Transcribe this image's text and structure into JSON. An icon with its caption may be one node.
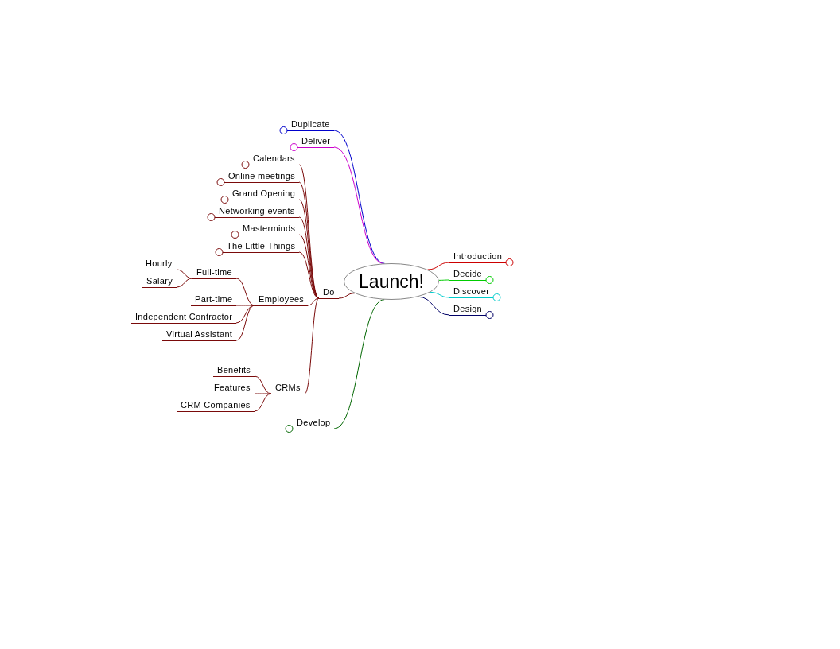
{
  "diagram": {
    "nodes": [
      {
        "text": [
          "Launch!"
        ]
      },
      {
        "text": [
          "Duplicate"
        ]
      },
      {
        "text": [
          "Deliver"
        ]
      },
      {
        "text": [
          "Calendars"
        ]
      },
      {
        "text": [
          "Online meetings"
        ]
      },
      {
        "text": [
          "Grand Opening"
        ]
      },
      {
        "text": [
          "Networking events"
        ]
      },
      {
        "text": [
          "Masterminds"
        ]
      },
      {
        "text": [
          "The Little Things"
        ]
      },
      {
        "text": [
          "Hourly"
        ]
      },
      {
        "text": [
          "Full-time"
        ]
      },
      {
        "text": [
          "Salary"
        ]
      },
      {
        "text": [
          "Employees"
        ]
      },
      {
        "text": [
          "Do"
        ]
      },
      {
        "text": [
          "Part-time"
        ]
      },
      {
        "text": [
          "Independent Contractor"
        ]
      },
      {
        "text": [
          "Virtual Assistant"
        ]
      },
      {
        "text": [
          "Benefits"
        ]
      },
      {
        "text": [
          "Features"
        ]
      },
      {
        "text": [
          "CRMs"
        ]
      },
      {
        "text": [
          "CRM Companies"
        ]
      },
      {
        "text": [
          "Develop"
        ]
      },
      {
        "text": [
          "Introduction"
        ]
      },
      {
        "text": [
          "Decide"
        ]
      },
      {
        "text": [
          "Discover"
        ]
      },
      {
        "text": [
          "Design"
        ]
      }
    ],
    "edges": [
      {
        "from": 0,
        "to": 1,
        "arrow": "none",
        "color": "#0000cc"
      },
      {
        "from": 0,
        "to": 2,
        "arrow": "none",
        "color": "#cc00cc"
      },
      {
        "from": 0,
        "to": 13,
        "arrow": "none"
      },
      {
        "from": 13,
        "to": 3,
        "arrow": "none"
      },
      {
        "from": 13,
        "to": 4,
        "arrow": "none"
      },
      {
        "from": 13,
        "to": 5,
        "arrow": "none"
      },
      {
        "from": 13,
        "to": 6,
        "arrow": "none"
      },
      {
        "from": 13,
        "to": 7,
        "arrow": "none"
      },
      {
        "from": 13,
        "to": 8,
        "arrow": "none"
      },
      {
        "from": 13,
        "to": 12,
        "arrow": "none"
      },
      {
        "from": 12,
        "to": 10,
        "arrow": "none"
      },
      {
        "from": 10,
        "to": 9,
        "arrow": "none"
      },
      {
        "from": 10,
        "to": 11,
        "arrow": "none"
      },
      {
        "from": 12,
        "to": 14,
        "arrow": "none"
      },
      {
        "from": 12,
        "to": 15,
        "arrow": "none"
      },
      {
        "from": 12,
        "to": 16,
        "arrow": "none"
      },
      {
        "from": 13,
        "to": 19,
        "arrow": "none"
      },
      {
        "from": 19,
        "to": 17,
        "arrow": "none"
      },
      {
        "from": 19,
        "to": 18,
        "arrow": "none"
      },
      {
        "from": 19,
        "to": 20,
        "arrow": "none"
      },
      {
        "from": 0,
        "to": 21,
        "arrow": "none",
        "color": "#006600"
      },
      {
        "from": 0,
        "to": 22,
        "arrow": "none",
        "color": "#cc0000"
      },
      {
        "from": 0,
        "to": 23,
        "arrow": "none",
        "color": "#00cc00"
      },
      {
        "from": 0,
        "to": 24,
        "arrow": "none",
        "color": "#00cccc"
      },
      {
        "from": 0,
        "to": 25,
        "arrow": "none",
        "color": "#000066"
      }
    ]
  }
}
